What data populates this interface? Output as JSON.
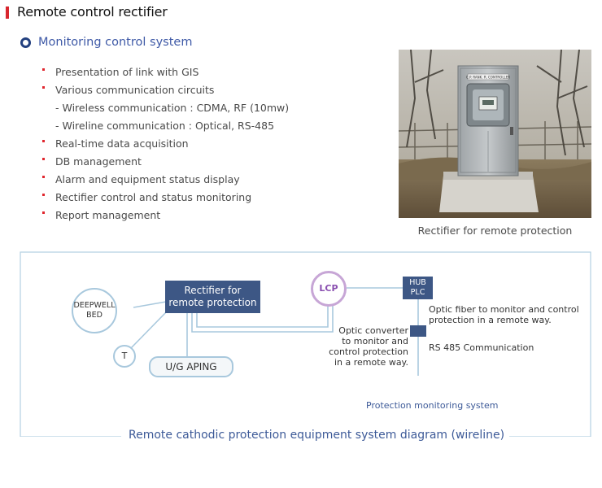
{
  "page": {
    "title": "Remote control rectifier"
  },
  "section": {
    "title": "Monitoring control system"
  },
  "features": [
    {
      "text": "Presentation of link with GIS",
      "bullet": true
    },
    {
      "text": "Various communication circuits",
      "bullet": true
    },
    {
      "text": "- Wireless communication : CDMA, RF (10mw)",
      "bullet": false
    },
    {
      "text": "- Wireline communication : Optical, RS-485",
      "bullet": false
    },
    {
      "text": "Real-time data acquisition",
      "bullet": true
    },
    {
      "text": "DB management",
      "bullet": true
    },
    {
      "text": "Alarm and equipment status display",
      "bullet": true
    },
    {
      "text": "Rectifier control and status monitoring",
      "bullet": true
    },
    {
      "text": "Report management",
      "bullet": true
    }
  ],
  "photo": {
    "label_plate": "C.P. RANK. R. CONTROLLER",
    "caption": "Rectifier for remote protection"
  },
  "diagram": {
    "deepwell_line1": "DEEPWELL",
    "deepwell_line2": "BED",
    "rectifier_line1": "Rectifier for",
    "rectifier_line2": "remote protection",
    "t_label": "T",
    "ug_aping": "U/G APING",
    "lcp": "LCP",
    "hub": "HUB",
    "plc": "PLC",
    "optic_fiber_line1": "Optic fiber to monitor and control",
    "optic_fiber_line2": "protection in a remote way.",
    "optic_converter_line1": "Optic converter",
    "optic_converter_line2": "to monitor and",
    "optic_converter_line3": "control protection",
    "optic_converter_line4": "in a remote way.",
    "rs485": "RS 485 Communication",
    "protection_monitoring": "Protection monitoring system",
    "bottom_title": "Remote cathodic protection equipment system diagram (wireline)"
  },
  "colors": {
    "title_mark": "#d8262e",
    "accent_blue": "#3f5aa7",
    "box_blue": "#3d5785",
    "line_light_blue": "#a8c8dd",
    "lcp_purple": "#c7a6d6",
    "lcp_text": "#8a4fb0"
  }
}
